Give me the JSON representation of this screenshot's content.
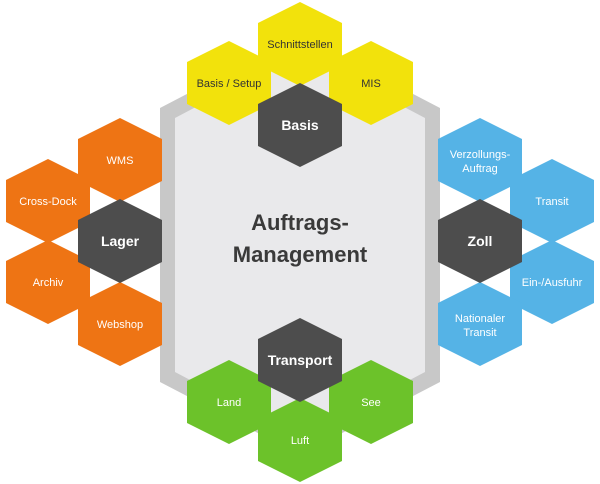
{
  "center": {
    "line1": "Auftrags-",
    "line2": "Management"
  },
  "colors": {
    "basis": "#f2e20c",
    "lager": "#ee7414",
    "zoll": "#55b3e6",
    "transport": "#6cc22a",
    "hub": "#4d4d4d",
    "ring": "#c8c8c8",
    "center_fill": "#e9e9eb"
  },
  "groups": {
    "basis": {
      "hub": "Basis",
      "items": [
        "Schnittstellen",
        "Basis / Setup",
        "MIS"
      ]
    },
    "lager": {
      "hub": "Lager",
      "items": [
        "WMS",
        "Cross-Dock",
        "Archiv",
        "Webshop"
      ]
    },
    "zoll": {
      "hub": "Zoll",
      "items": [
        {
          "line1": "Verzollungs-",
          "line2": "Auftrag"
        },
        "Transit",
        "Ein-/Ausfuhr",
        {
          "line1": "Nationaler",
          "line2": "Transit"
        }
      ]
    },
    "transport": {
      "hub": "Transport",
      "items": [
        "Land",
        "See",
        "Luft"
      ]
    }
  }
}
